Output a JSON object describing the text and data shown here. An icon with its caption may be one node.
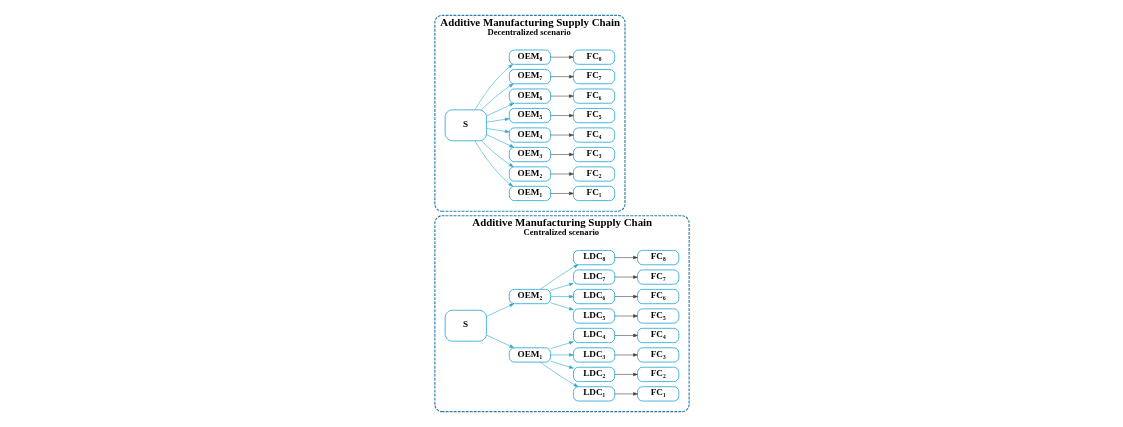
{
  "diagram": {
    "nodes": [
      {
        "text": [
          "Additive Manufacturing Supply Chain",
          "Centralized scenario"
        ]
      },
      {
        "text": [
          "S"
        ],
        "in": 0
      },
      {
        "text": [
          "OEM₁"
        ],
        "in": 0
      },
      {
        "text": [
          "OEM₂"
        ],
        "in": 0
      },
      {
        "text": [
          "LDC₁"
        ],
        "in": 0
      },
      {
        "text": [
          "LDC₂"
        ],
        "in": 0
      },
      {
        "text": [
          "LDC₃"
        ],
        "in": 0
      },
      {
        "text": [
          "LDC₄"
        ],
        "in": 0
      },
      {
        "text": [
          "LDC₅"
        ],
        "in": 0
      },
      {
        "text": [
          "LDC₆"
        ],
        "in": 0
      },
      {
        "text": [
          "LDC₇"
        ],
        "in": 0
      },
      {
        "text": [
          "LDC₈"
        ],
        "in": 0
      },
      {
        "text": [
          "FC₁"
        ],
        "in": 0
      },
      {
        "text": [
          "FC₂"
        ],
        "in": 0
      },
      {
        "text": [
          "FC₃"
        ],
        "in": 0
      },
      {
        "text": [
          "FC₄"
        ],
        "in": 0
      },
      {
        "text": [
          "FC₅"
        ],
        "in": 0
      },
      {
        "text": [
          "FC₆"
        ],
        "in": 0
      },
      {
        "text": [
          "FC₇"
        ],
        "in": 0
      },
      {
        "text": [
          "FC₈"
        ],
        "in": 0
      },
      {
        "text": [
          "Additive Manufacturing Supply Chain",
          "Decentralized scenario"
        ]
      },
      {
        "text": [
          "S"
        ],
        "in": 20
      },
      {
        "text": [
          "OEM₁"
        ],
        "in": 20
      },
      {
        "text": [
          "OEM₂"
        ],
        "in": 20
      },
      {
        "text": [
          "OEM₃"
        ],
        "in": 20
      },
      {
        "text": [
          "OEM₄"
        ],
        "in": 20
      },
      {
        "text": [
          "OEM₅"
        ],
        "in": 20
      },
      {
        "text": [
          "OEM₆"
        ],
        "in": 20
      },
      {
        "text": [
          "OEM₇"
        ],
        "in": 20
      },
      {
        "text": [
          "OEM₈"
        ],
        "in": 20
      },
      {
        "text": [
          "FC₁"
        ],
        "in": 20
      },
      {
        "text": [
          "FC₂"
        ],
        "in": 20
      },
      {
        "text": [
          "FC₃"
        ],
        "in": 20
      },
      {
        "text": [
          "FC₄"
        ],
        "in": 20
      },
      {
        "text": [
          "FC₅"
        ],
        "in": 20
      },
      {
        "text": [
          "FC₆"
        ],
        "in": 20
      },
      {
        "text": [
          "FC₇"
        ],
        "in": 20
      },
      {
        "text": [
          "FC₈"
        ],
        "in": 20
      }
    ],
    "edges": [
      {
        "from": 1,
        "to": 2,
        "arrow": "to"
      },
      {
        "from": 1,
        "to": 3,
        "arrow": "to"
      },
      {
        "from": 2,
        "to": 4,
        "arrow": "to"
      },
      {
        "from": 2,
        "to": 5,
        "arrow": "to"
      },
      {
        "from": 2,
        "to": 6,
        "arrow": "to"
      },
      {
        "from": 2,
        "to": 7,
        "arrow": "to"
      },
      {
        "from": 3,
        "to": 8,
        "arrow": "to"
      },
      {
        "from": 3,
        "to": 9,
        "arrow": "to"
      },
      {
        "from": 3,
        "to": 10,
        "arrow": "to"
      },
      {
        "from": 3,
        "to": 11,
        "arrow": "to"
      },
      {
        "from": 4,
        "to": 12,
        "arrow": "to",
        "color": "#404040"
      },
      {
        "from": 5,
        "to": 13,
        "arrow": "to",
        "color": "#404040"
      },
      {
        "from": 6,
        "to": 14,
        "arrow": "to",
        "color": "#404040"
      },
      {
        "from": 7,
        "to": 15,
        "arrow": "to",
        "color": "#404040"
      },
      {
        "from": 8,
        "to": 16,
        "arrow": "to",
        "color": "#404040"
      },
      {
        "from": 9,
        "to": 17,
        "arrow": "to",
        "color": "#404040"
      },
      {
        "from": 10,
        "to": 18,
        "arrow": "to",
        "color": "#404040"
      },
      {
        "from": 11,
        "to": 19,
        "arrow": "to",
        "color": "#404040"
      },
      {
        "from": 21,
        "to": 22,
        "arrow": "to"
      },
      {
        "from": 21,
        "to": 23,
        "arrow": "to"
      },
      {
        "from": 21,
        "to": 24,
        "arrow": "to"
      },
      {
        "from": 21,
        "to": 25,
        "arrow": "to"
      },
      {
        "from": 21,
        "to": 26,
        "arrow": "to"
      },
      {
        "from": 21,
        "to": 27,
        "arrow": "to"
      },
      {
        "from": 21,
        "to": 28,
        "arrow": "to"
      },
      {
        "from": 21,
        "to": 29,
        "arrow": "to"
      },
      {
        "from": 22,
        "to": 30,
        "arrow": "to",
        "color": "#404040"
      },
      {
        "from": 23,
        "to": 31,
        "arrow": "to",
        "color": "#404040"
      },
      {
        "from": 24,
        "to": 32,
        "arrow": "to",
        "color": "#404040"
      },
      {
        "from": 25,
        "to": 33,
        "arrow": "to",
        "color": "#404040"
      },
      {
        "from": 26,
        "to": 34,
        "arrow": "to",
        "color": "#404040"
      },
      {
        "from": 27,
        "to": 35,
        "arrow": "to",
        "color": "#404040"
      },
      {
        "from": 28,
        "to": 36,
        "arrow": "to",
        "color": "#404040"
      },
      {
        "from": 29,
        "to": 37,
        "arrow": "to",
        "color": "#404040"
      }
    ]
  }
}
